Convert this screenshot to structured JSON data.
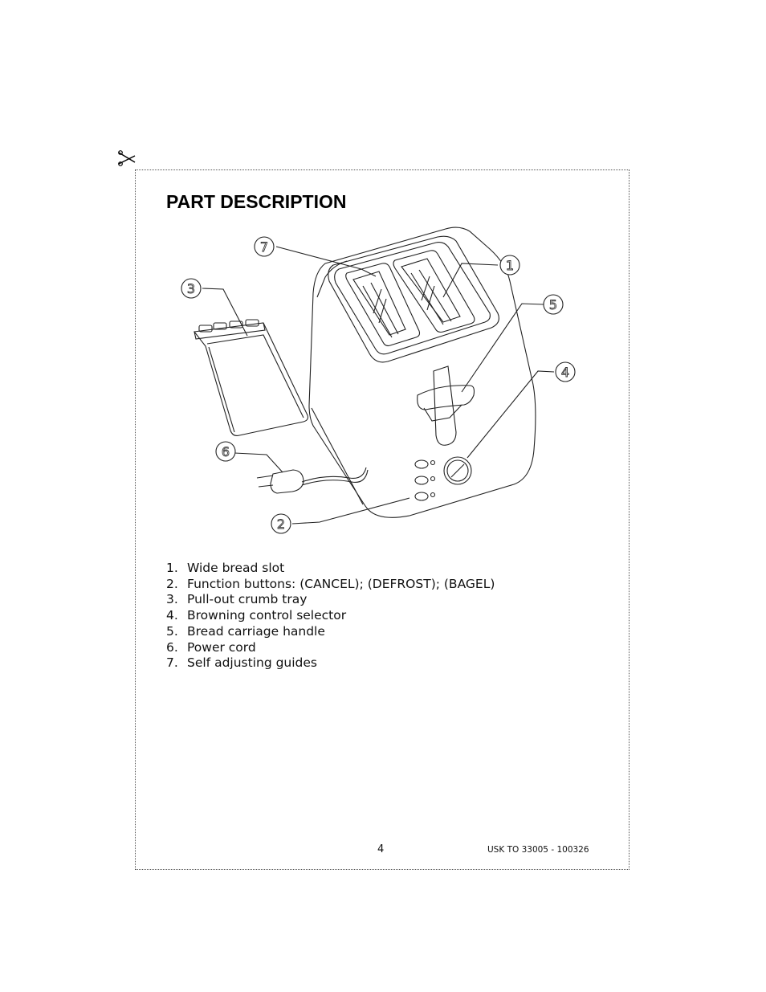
{
  "page": {
    "title": "PART DESCRIPTION",
    "page_number": "4",
    "model_code": "USK TO 33005 - 100326"
  },
  "parts": [
    {
      "number": "1.",
      "label": "Wide bread slot"
    },
    {
      "number": "2.",
      "label": "Function buttons: (CANCEL); (DEFROST); (BAGEL)"
    },
    {
      "number": "3.",
      "label": "Pull-out crumb tray"
    },
    {
      "number": "4.",
      "label": "Browning control selector"
    },
    {
      "number": "5.",
      "label": "Bread carriage handle"
    },
    {
      "number": "6.",
      "label": "Power cord"
    },
    {
      "number": "7.",
      "label": "Self adjusting guides"
    }
  ],
  "diagram": {
    "callouts": [
      "7",
      "1",
      "5",
      "4",
      "3",
      "6",
      "2"
    ],
    "icons": [
      "scissors-icon"
    ]
  }
}
